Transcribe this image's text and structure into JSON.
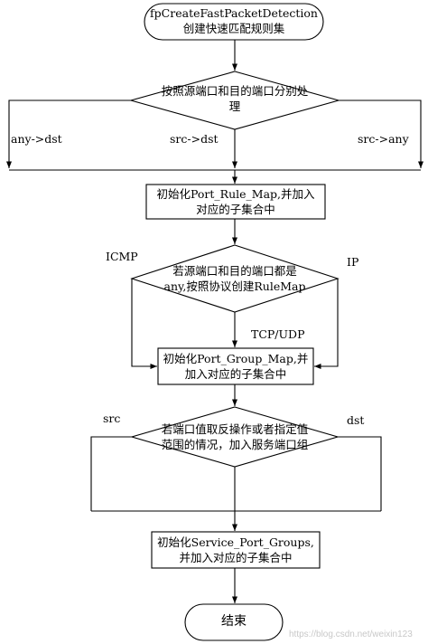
{
  "nodes": {
    "start": {
      "line1": "fpCreateFastPacketDetection",
      "line2": "创建快速匹配规则集"
    },
    "decision1": {
      "line1": "按照源端口和目的端口分别处",
      "line2": "理"
    },
    "box1": {
      "line1": "初始化Port_Rule_Map,并加入",
      "line2": "对应的子集合中"
    },
    "decision2": {
      "line1": "若源端口和目的端口都是",
      "line2": "any,按照协议创建RuleMap"
    },
    "box2": {
      "line1": "初始化Port_Group_Map,并",
      "line2": "加入对应的子集合中"
    },
    "decision3": {
      "line1": "若端口值取反操作或者指定值",
      "line2": "范围的情况，加入服务端口组"
    },
    "box3": {
      "line1": "初始化Service_Port_Groups,",
      "line2": "并加入对应的子集合中"
    },
    "end": {
      "label": "结束"
    }
  },
  "edge_labels": {
    "any_dst": "any->dst",
    "src_dst": "src->dst",
    "src_any": "src->any",
    "icmp": "ICMP",
    "ip": "IP",
    "tcp_udp": "TCP/UDP",
    "src": "src",
    "dst": "dst"
  },
  "watermark": "https://blog.csdn.net/weixin123"
}
